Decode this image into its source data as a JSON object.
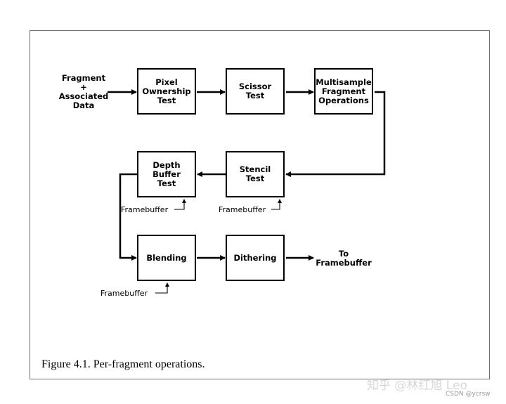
{
  "diagram": {
    "input_label": "Fragment\n+\nAssociated\nData",
    "output_label": "To\nFramebuffer",
    "boxes": {
      "pixel_ownership": "Pixel\nOwnership\nTest",
      "scissor": "Scissor\nTest",
      "multisample": "Multisample\nFragment\nOperations",
      "stencil": "Stencil\nTest",
      "depth": "Depth Buffer\nTest",
      "blending": "Blending",
      "dithering": "Dithering"
    },
    "framebuffer_label": "Framebuffer"
  },
  "caption": "Figure 4.1. Per-fragment operations.",
  "watermark": {
    "main": "知乎 @林红旭 Leo",
    "sub": "CSDN @ycrsw"
  }
}
